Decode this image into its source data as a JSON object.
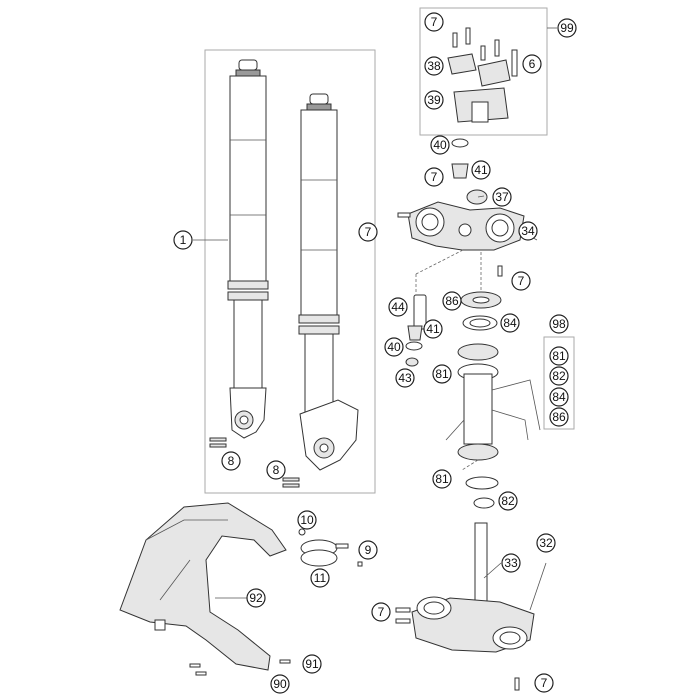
{
  "diagram": {
    "callouts": [
      {
        "id": "c1",
        "label": "1"
      },
      {
        "id": "c6",
        "label": "6"
      },
      {
        "id": "c7a",
        "label": "7"
      },
      {
        "id": "c7b",
        "label": "7"
      },
      {
        "id": "c7c",
        "label": "7"
      },
      {
        "id": "c7d",
        "label": "7"
      },
      {
        "id": "c7e",
        "label": "7"
      },
      {
        "id": "c7f",
        "label": "7"
      },
      {
        "id": "c8a",
        "label": "8"
      },
      {
        "id": "c8b",
        "label": "8"
      },
      {
        "id": "c9",
        "label": "9"
      },
      {
        "id": "c10",
        "label": "10"
      },
      {
        "id": "c11",
        "label": "11"
      },
      {
        "id": "c32",
        "label": "32"
      },
      {
        "id": "c33",
        "label": "33"
      },
      {
        "id": "c34",
        "label": "34"
      },
      {
        "id": "c37",
        "label": "37"
      },
      {
        "id": "c38",
        "label": "38"
      },
      {
        "id": "c39",
        "label": "39"
      },
      {
        "id": "c40a",
        "label": "40"
      },
      {
        "id": "c40b",
        "label": "40"
      },
      {
        "id": "c41a",
        "label": "41"
      },
      {
        "id": "c41b",
        "label": "41"
      },
      {
        "id": "c43",
        "label": "43"
      },
      {
        "id": "c44",
        "label": "44"
      },
      {
        "id": "c81a",
        "label": "81"
      },
      {
        "id": "c81b",
        "label": "81"
      },
      {
        "id": "c82a",
        "label": "82"
      },
      {
        "id": "c84a",
        "label": "84"
      },
      {
        "id": "c86a",
        "label": "86"
      },
      {
        "id": "c90",
        "label": "90"
      },
      {
        "id": "c91",
        "label": "91"
      },
      {
        "id": "c92",
        "label": "92"
      },
      {
        "id": "c98",
        "label": "98"
      },
      {
        "id": "c98-81",
        "label": "81"
      },
      {
        "id": "c98-82",
        "label": "82"
      },
      {
        "id": "c98-84",
        "label": "84"
      },
      {
        "id": "c98-86",
        "label": "86"
      },
      {
        "id": "c99",
        "label": "99"
      }
    ]
  }
}
